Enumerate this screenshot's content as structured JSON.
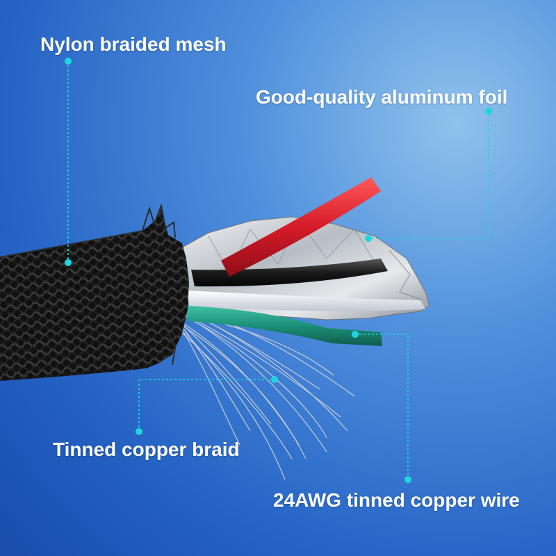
{
  "labels": {
    "nylon_braided_mesh": "Nylon braided mesh",
    "aluminum_foil": "Good-quality aluminum foil",
    "tinned_copper_braid": "Tinned copper braid",
    "tinned_copper_wire": "24AWG tinned copper wire"
  },
  "colors": {
    "background_light": "#7fb6e6",
    "background_dark": "#1e55b8",
    "callout": "#1fd6e0",
    "label_text": "#ffffff",
    "jacket": "#141414",
    "wire_red": "#d81e2c",
    "wire_black": "#1a1a1a",
    "wire_white": "#f2f2f2",
    "wire_green": "#1b8f78",
    "foil": "#c9ced4",
    "braid": "#c8c8c8"
  }
}
